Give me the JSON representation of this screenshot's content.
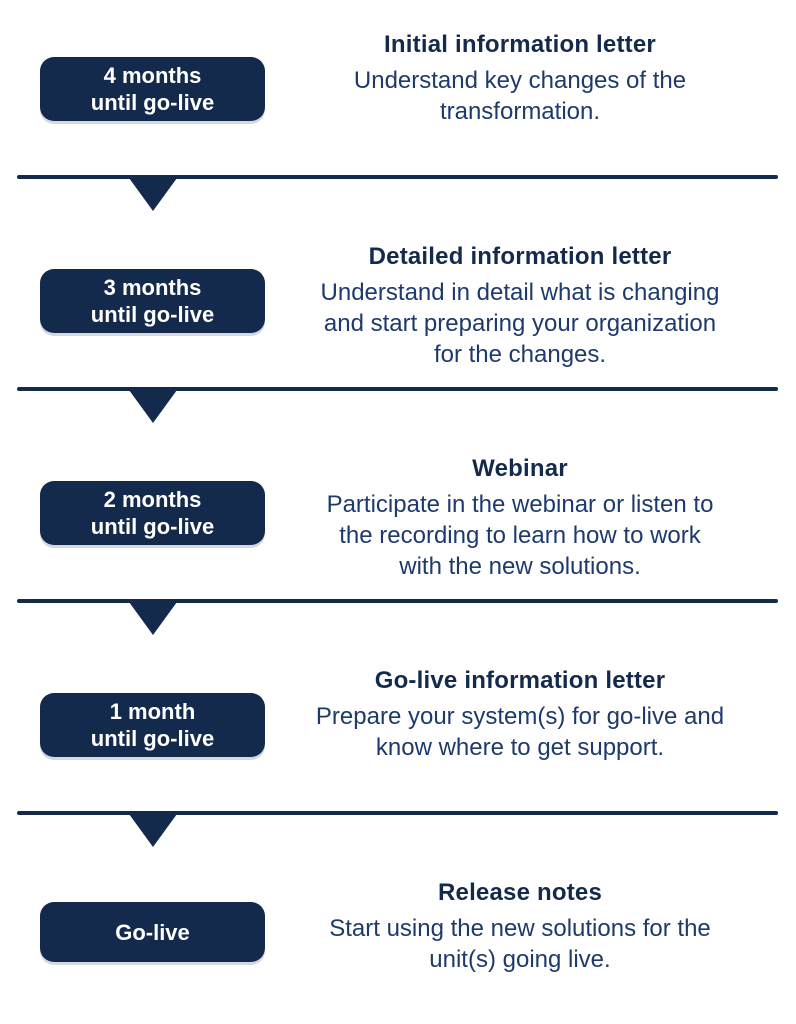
{
  "colors": {
    "navy": "#142a4d",
    "body-text": "#1e3a6d",
    "badge-text": "#ffffff",
    "background": "#ffffff"
  },
  "steps": [
    {
      "badge": "4 months\nuntil go-live",
      "title": "Initial information letter",
      "description": "Understand key changes of the\ntransformation."
    },
    {
      "badge": "3 months\nuntil go-live",
      "title": "Detailed information letter",
      "description": "Understand in detail what is changing\nand start preparing your organization\nfor the changes."
    },
    {
      "badge": "2 months\nuntil go-live",
      "title": "Webinar",
      "description": "Participate in the webinar or listen to\nthe recording to learn how to work\nwith the new solutions."
    },
    {
      "badge": "1 month\nuntil go-live",
      "title": "Go-live information letter",
      "description": "Prepare your system(s) for go-live and\nknow where to get support."
    },
    {
      "badge": "Go-live",
      "title": "Release notes",
      "description": "Start using the new solutions for the\nunit(s) going live."
    }
  ]
}
